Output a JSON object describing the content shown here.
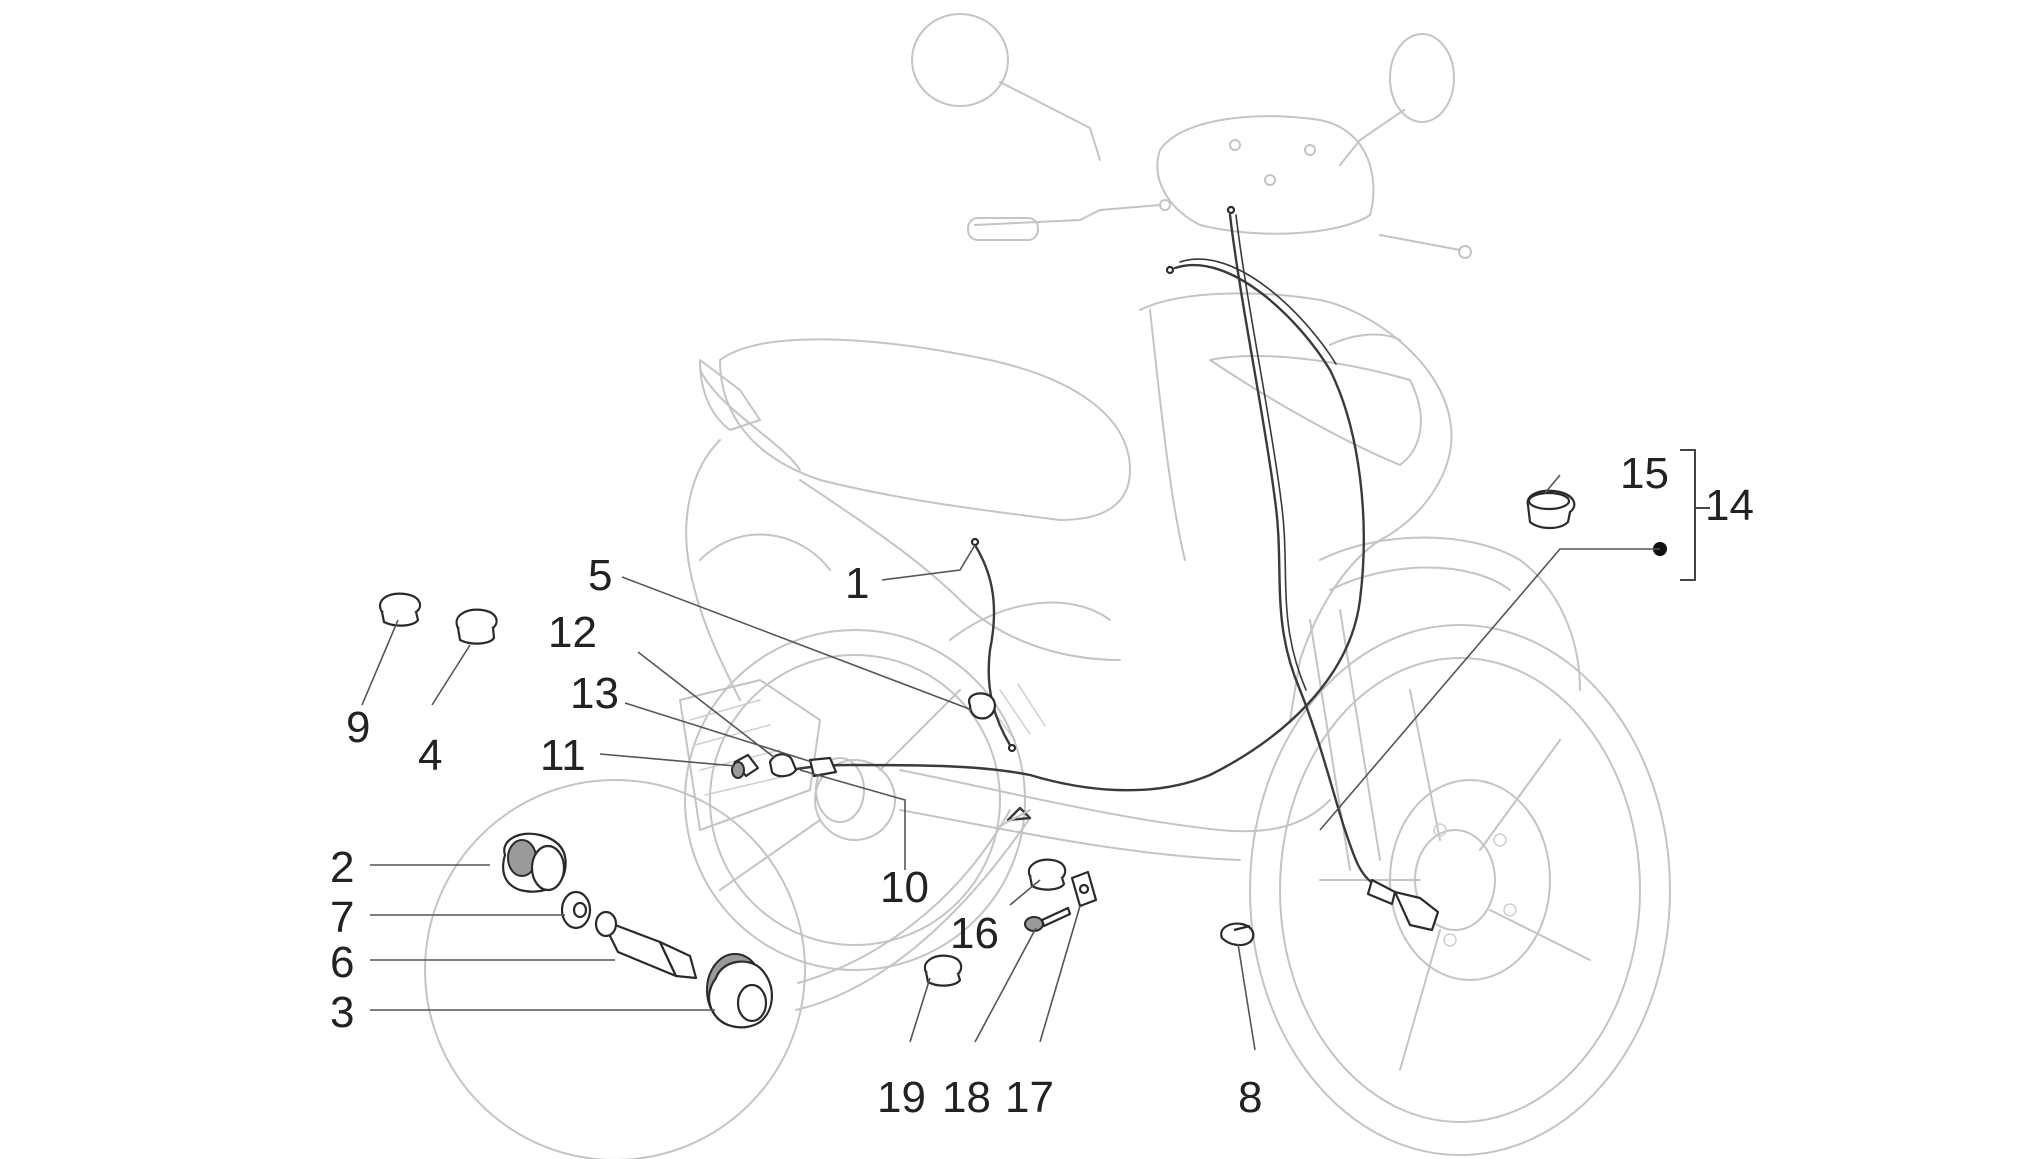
{
  "callouts": [
    {
      "id": "1",
      "label": "1"
    },
    {
      "id": "2",
      "label": "2"
    },
    {
      "id": "3",
      "label": "3"
    },
    {
      "id": "4",
      "label": "4"
    },
    {
      "id": "5",
      "label": "5"
    },
    {
      "id": "6",
      "label": "6"
    },
    {
      "id": "7",
      "label": "7"
    },
    {
      "id": "8",
      "label": "8"
    },
    {
      "id": "9",
      "label": "9"
    },
    {
      "id": "10",
      "label": "10"
    },
    {
      "id": "11",
      "label": "11"
    },
    {
      "id": "12",
      "label": "12"
    },
    {
      "id": "13",
      "label": "13"
    },
    {
      "id": "14",
      "label": "14"
    },
    {
      "id": "15",
      "label": "15"
    },
    {
      "id": "16",
      "label": "16"
    },
    {
      "id": "17",
      "label": "17"
    },
    {
      "id": "18",
      "label": "18"
    },
    {
      "id": "19",
      "label": "19"
    }
  ],
  "colors": {
    "outline": "#c4c4c4",
    "parts": "#2a2a2a",
    "labels": "#222222"
  }
}
